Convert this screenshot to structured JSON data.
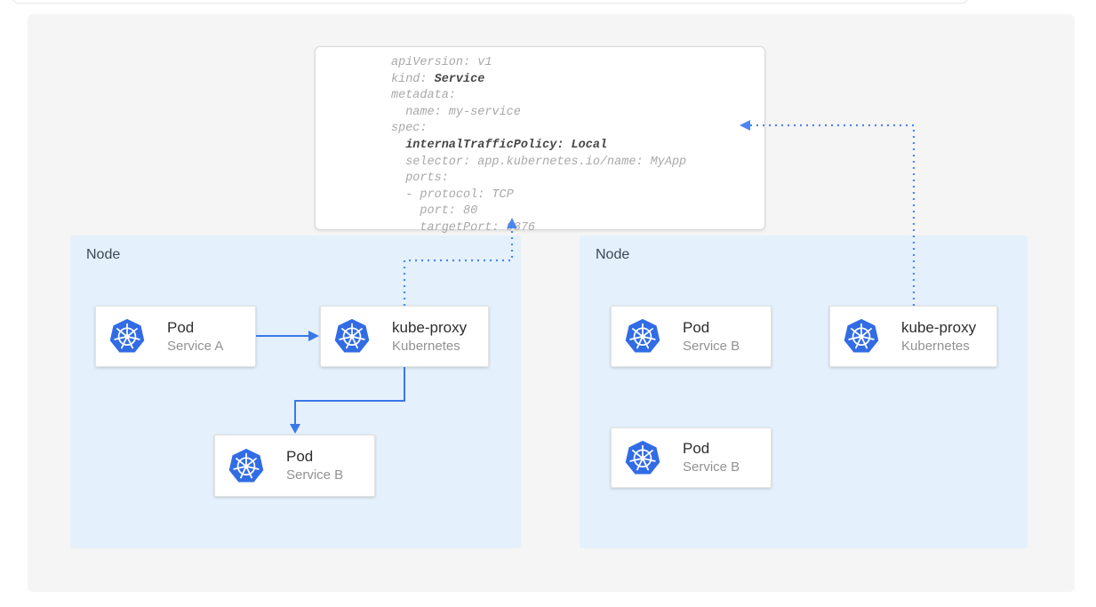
{
  "colors": {
    "accent_solid": "#3b78e7",
    "accent_dotted": "#4c86f3",
    "k8s_blue": "#326ce5",
    "node_fill": "#e4f1fc",
    "panel_bg": "#f5f5f5",
    "code_dim": "#a8a8a8",
    "code_bold": "#474747"
  },
  "yaml_panel": {
    "code_lines": [
      {
        "plain": "apiVersion: v1",
        "bold": ""
      },
      {
        "plain": "kind: ",
        "bold": "Service"
      },
      {
        "plain": "metadata:",
        "bold": ""
      },
      {
        "plain": "  name: my-service",
        "bold": ""
      },
      {
        "plain": "spec:",
        "bold": ""
      },
      {
        "plain": "  ",
        "bold": "internalTrafficPolicy: Local"
      },
      {
        "plain": "  selector: app.kubernetes.io/name: MyApp",
        "bold": ""
      },
      {
        "plain": "  ports:",
        "bold": ""
      },
      {
        "plain": "  - protocol: TCP",
        "bold": ""
      },
      {
        "plain": "    port: 80",
        "bold": ""
      },
      {
        "plain": "    targetPort: 9376",
        "bold": ""
      }
    ]
  },
  "nodes": [
    {
      "label": "Node",
      "cards": [
        {
          "title": "Pod",
          "subtitle": "Service A",
          "icon": "kubernetes-icon"
        },
        {
          "title": "kube-proxy",
          "subtitle": "Kubernetes",
          "icon": "kubernetes-icon"
        },
        {
          "title": "Pod",
          "subtitle": "Service B",
          "icon": "kubernetes-icon"
        }
      ]
    },
    {
      "label": "Node",
      "cards": [
        {
          "title": "Pod",
          "subtitle": "Service B",
          "icon": "kubernetes-icon"
        },
        {
          "title": "kube-proxy",
          "subtitle": "Kubernetes",
          "icon": "kubernetes-icon"
        },
        {
          "title": "Pod",
          "subtitle": "Service B",
          "icon": "kubernetes-icon"
        }
      ]
    }
  ],
  "connections": [
    {
      "from": "pod-service-a",
      "to": "kube-proxy-left",
      "style": "solid-arrow"
    },
    {
      "from": "kube-proxy-left",
      "to": "pod-service-b-left",
      "style": "solid-arrow"
    },
    {
      "from": "kube-proxy-left",
      "to": "yaml-service-spec",
      "style": "dotted-arrow"
    },
    {
      "from": "kube-proxy-right",
      "to": "yaml-service-spec",
      "style": "dotted-arrow"
    }
  ]
}
